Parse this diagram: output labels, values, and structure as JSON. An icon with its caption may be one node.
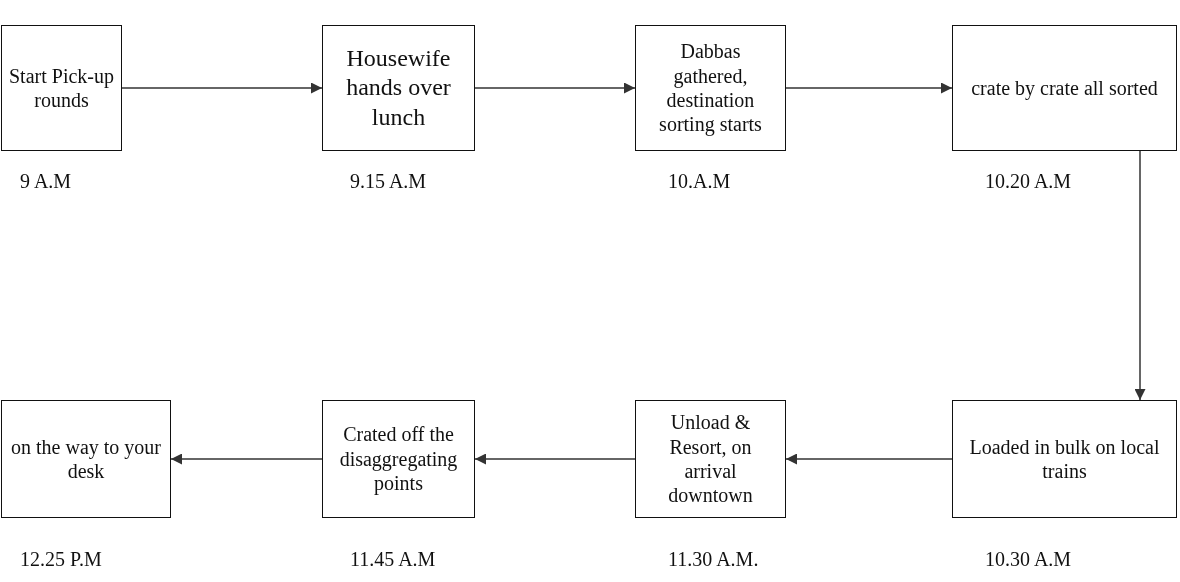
{
  "diagram": {
    "nodes": [
      {
        "text": [
          "Start Pick-up rounds"
        ],
        "beside": [
          "9 A.M"
        ]
      },
      {
        "text": [
          "Housewife hands over lunch"
        ],
        "beside": [
          "9.15 A.M"
        ]
      },
      {
        "text": [
          "Dabbas gathered, destination sorting starts"
        ],
        "beside": [
          "10.A.M"
        ]
      },
      {
        "text": [
          "crate by crate all sorted"
        ],
        "beside": [
          "10.20 A.M"
        ]
      },
      {
        "text": [
          "on the way to your desk"
        ],
        "beside": [
          "12.25 P.M"
        ]
      },
      {
        "text": [
          "Crated off the disaggregating points"
        ],
        "beside": [
          "11.45 A.M"
        ]
      },
      {
        "text": [
          "Unload & Resort, on arrival downtown"
        ],
        "beside": [
          "11.30 A.M."
        ]
      },
      {
        "text": [
          "Loaded in bulk on local trains"
        ],
        "beside": [
          "10.30 A.M"
        ]
      }
    ],
    "edges": [
      {
        "from": 0,
        "to": 1,
        "arrow": "to"
      },
      {
        "from": 1,
        "to": 2,
        "arrow": "to"
      },
      {
        "from": 2,
        "to": 3,
        "arrow": "to"
      },
      {
        "from": 3,
        "to": 7,
        "arrow": "to"
      },
      {
        "from": 7,
        "to": 6,
        "arrow": "to"
      },
      {
        "from": 6,
        "to": 5,
        "arrow": "to"
      },
      {
        "from": 5,
        "to": 4,
        "arrow": "to"
      }
    ]
  }
}
